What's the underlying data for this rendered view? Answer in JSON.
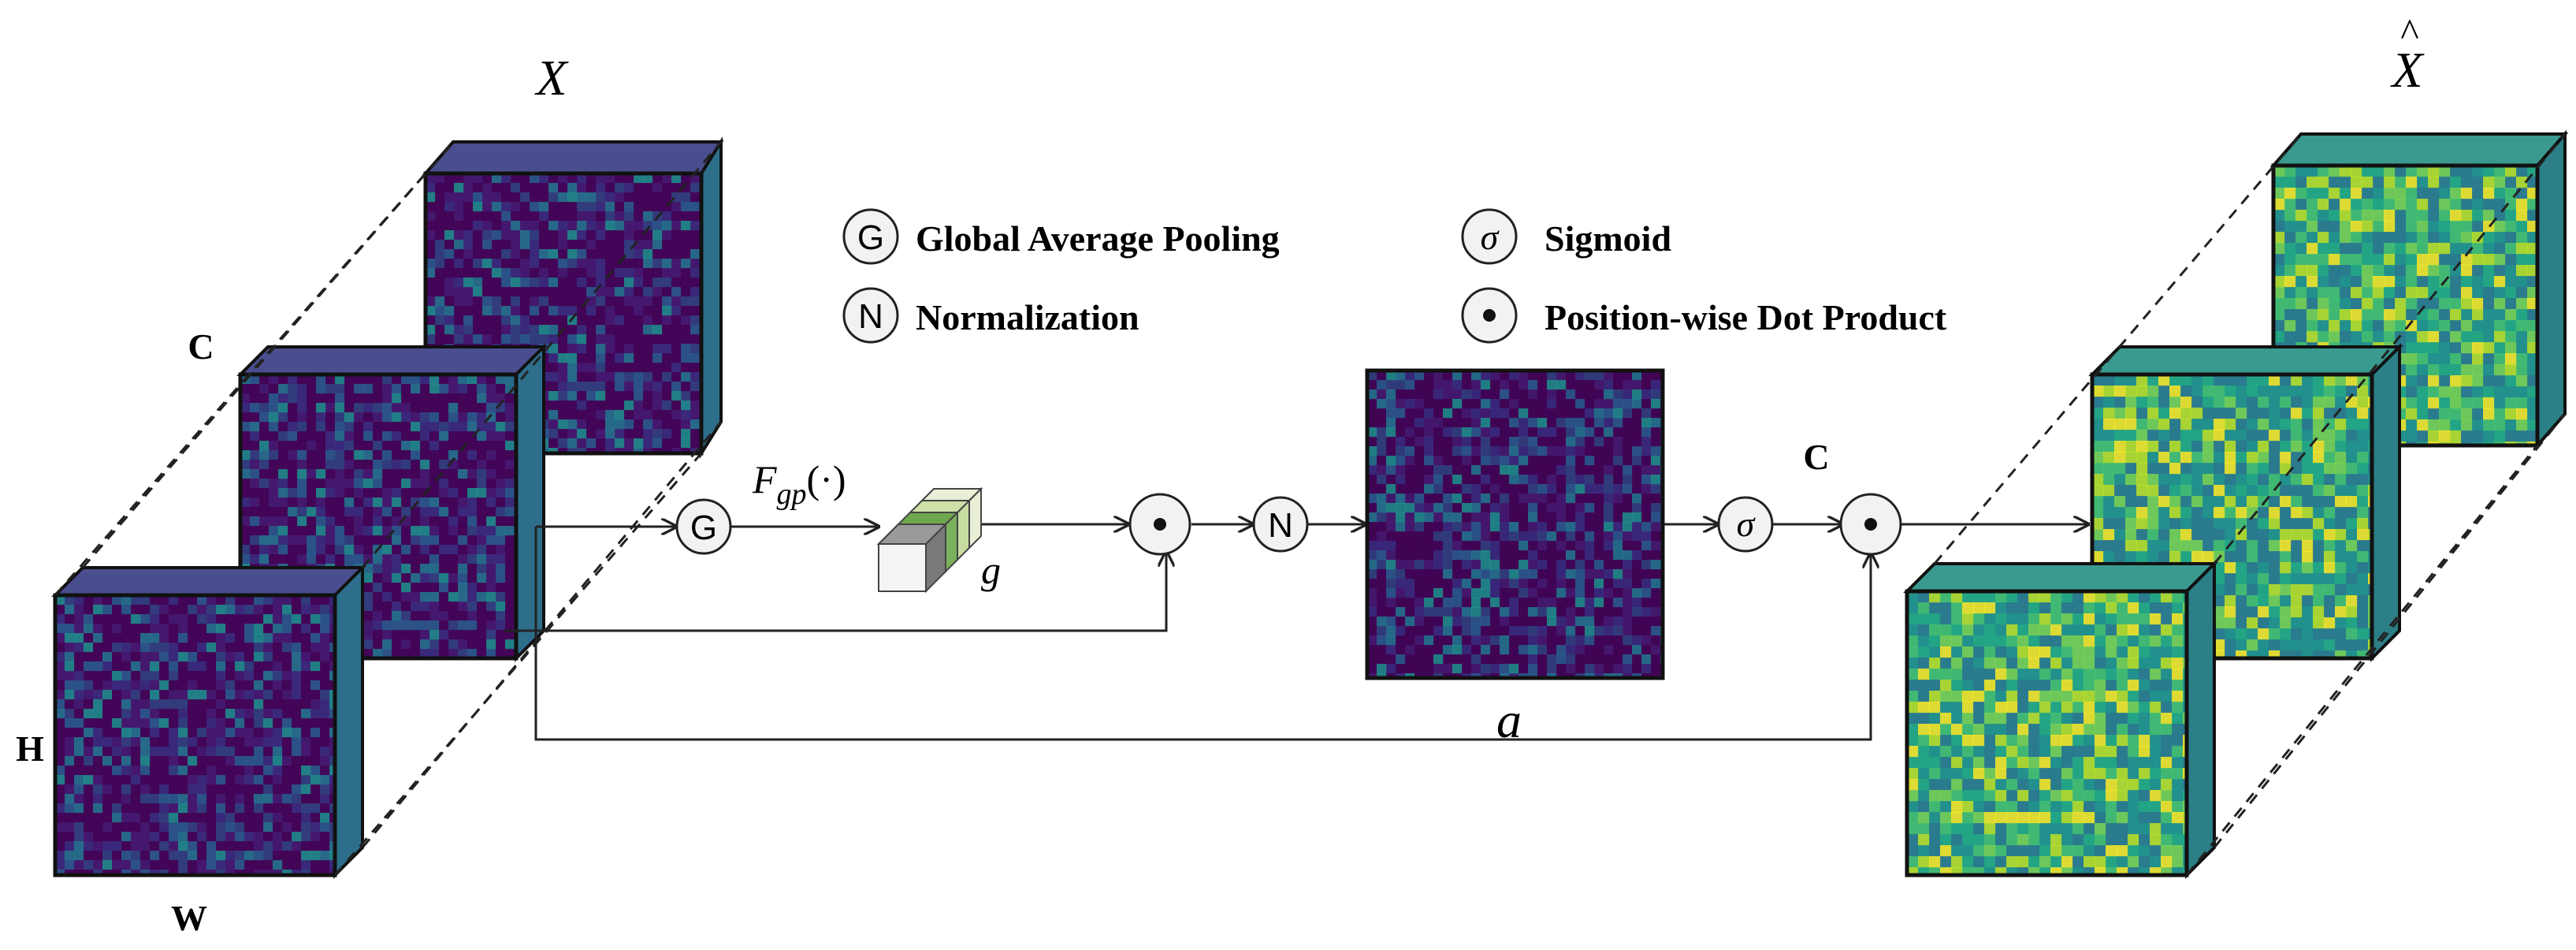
{
  "labels": {
    "input_tensor": "X",
    "output_tensor": "X",
    "output_hat": "^",
    "dim_c_left": "C",
    "dim_h": "H",
    "dim_w": "W",
    "dim_c_right": "C",
    "gap_func": "F",
    "gap_sub": "gp",
    "gap_args": "(·)",
    "g_vec": "g",
    "attention_map": "a"
  },
  "legend": [
    {
      "symbol": "G",
      "text": "Global Average Pooling"
    },
    {
      "symbol": "N",
      "text": "Normalization"
    },
    {
      "symbol": "σ",
      "text": "Sigmoid"
    },
    {
      "symbol": "•",
      "text": "Position-wise Dot Product"
    }
  ],
  "ops": {
    "gap": "G",
    "norm": "N",
    "sigmoid": "σ",
    "dot1": "•",
    "dot2": "•"
  },
  "colors": {
    "input_base": "#3b1d6e",
    "output_base": "#2c8c8a",
    "outline": "#111111",
    "line": "#222222"
  }
}
